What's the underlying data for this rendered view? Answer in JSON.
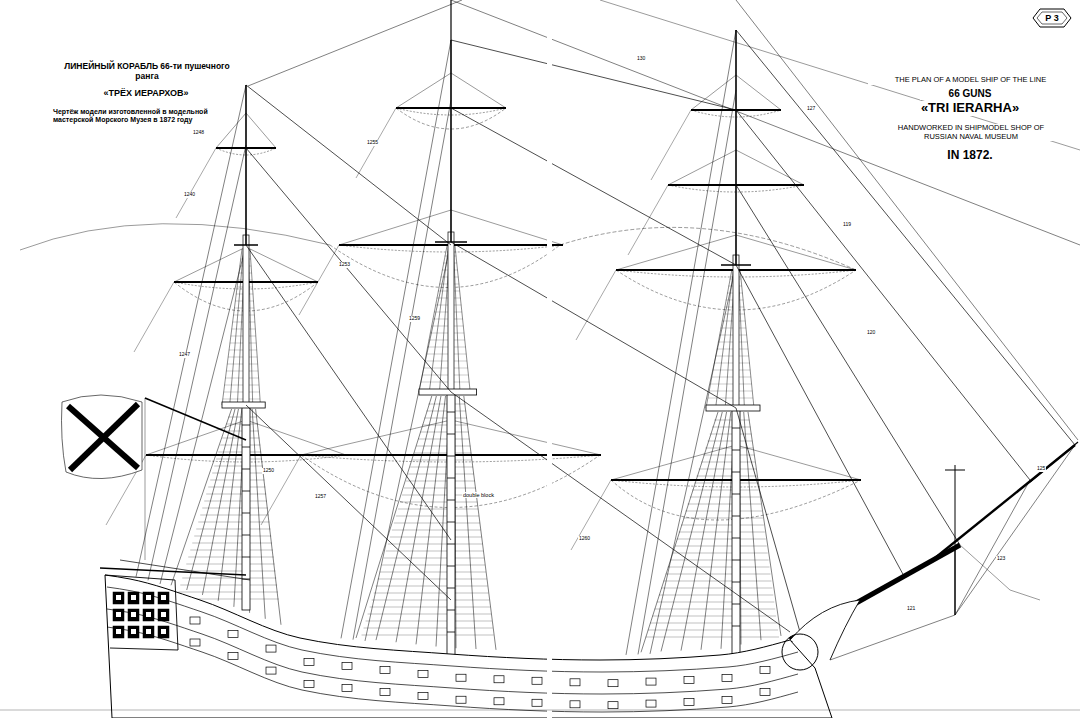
{
  "diagram": {
    "title": "ЛИНЕЙНЫЙ КОРАБЛЬ 66-ти пушечного ранга",
    "nodes": [
      {
        "text": [
          "P 3"
        ]
      }
    ],
    "labels": [
      "«ТРЁХ ИЕРАРХОВ»",
      "Чертёж модели изготовленной в модельной мастерской Морского Музея в 1872 году",
      "THE PLAN OF A MODEL SHIP OF THE LINE",
      "66 GUNS",
      "«TRI IERARHA»",
      "HANDWORKED IN SHIPMODEL SHOP OF RUSSIAN NAVAL MUSEUM",
      "IN 1872.",
      "double block",
      "1240",
      "1248",
      "1247",
      "1250",
      "1257",
      "1253",
      "1255",
      "1259",
      "1260",
      "119",
      "120",
      "121",
      "123",
      "125",
      "127",
      "130"
    ]
  }
}
